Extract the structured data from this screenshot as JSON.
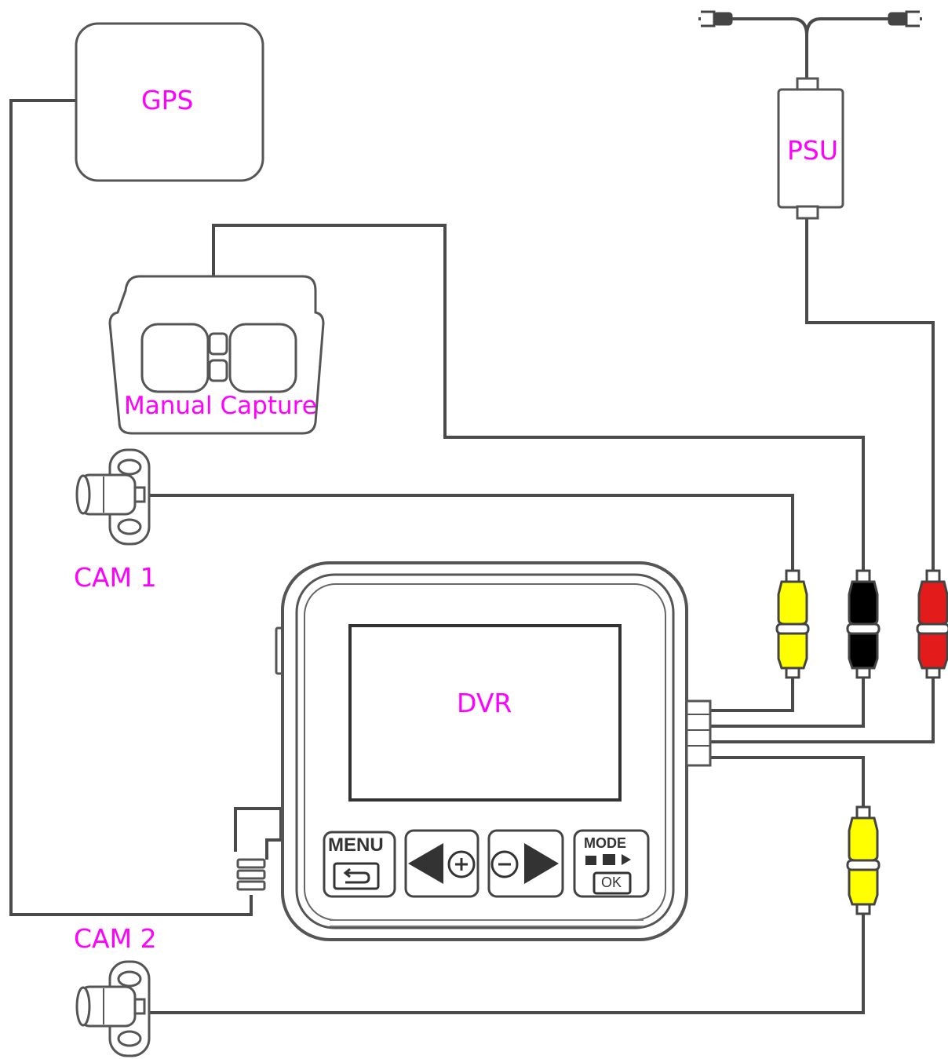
{
  "labels": {
    "gps": "GPS",
    "psu": "PSU",
    "manual_capture": "Manual Capture",
    "cam1": "CAM 1",
    "cam2": "CAM 2",
    "dvr": "DVR"
  },
  "buttons": {
    "menu": "MENU",
    "mode": "MODE",
    "ok": "OK"
  },
  "colors": {
    "label": "#ff00ff",
    "wire": "#4a4a4a",
    "connector_yellow": "#ffff00",
    "connector_black": "#000000",
    "connector_red": "#e31b1b"
  }
}
